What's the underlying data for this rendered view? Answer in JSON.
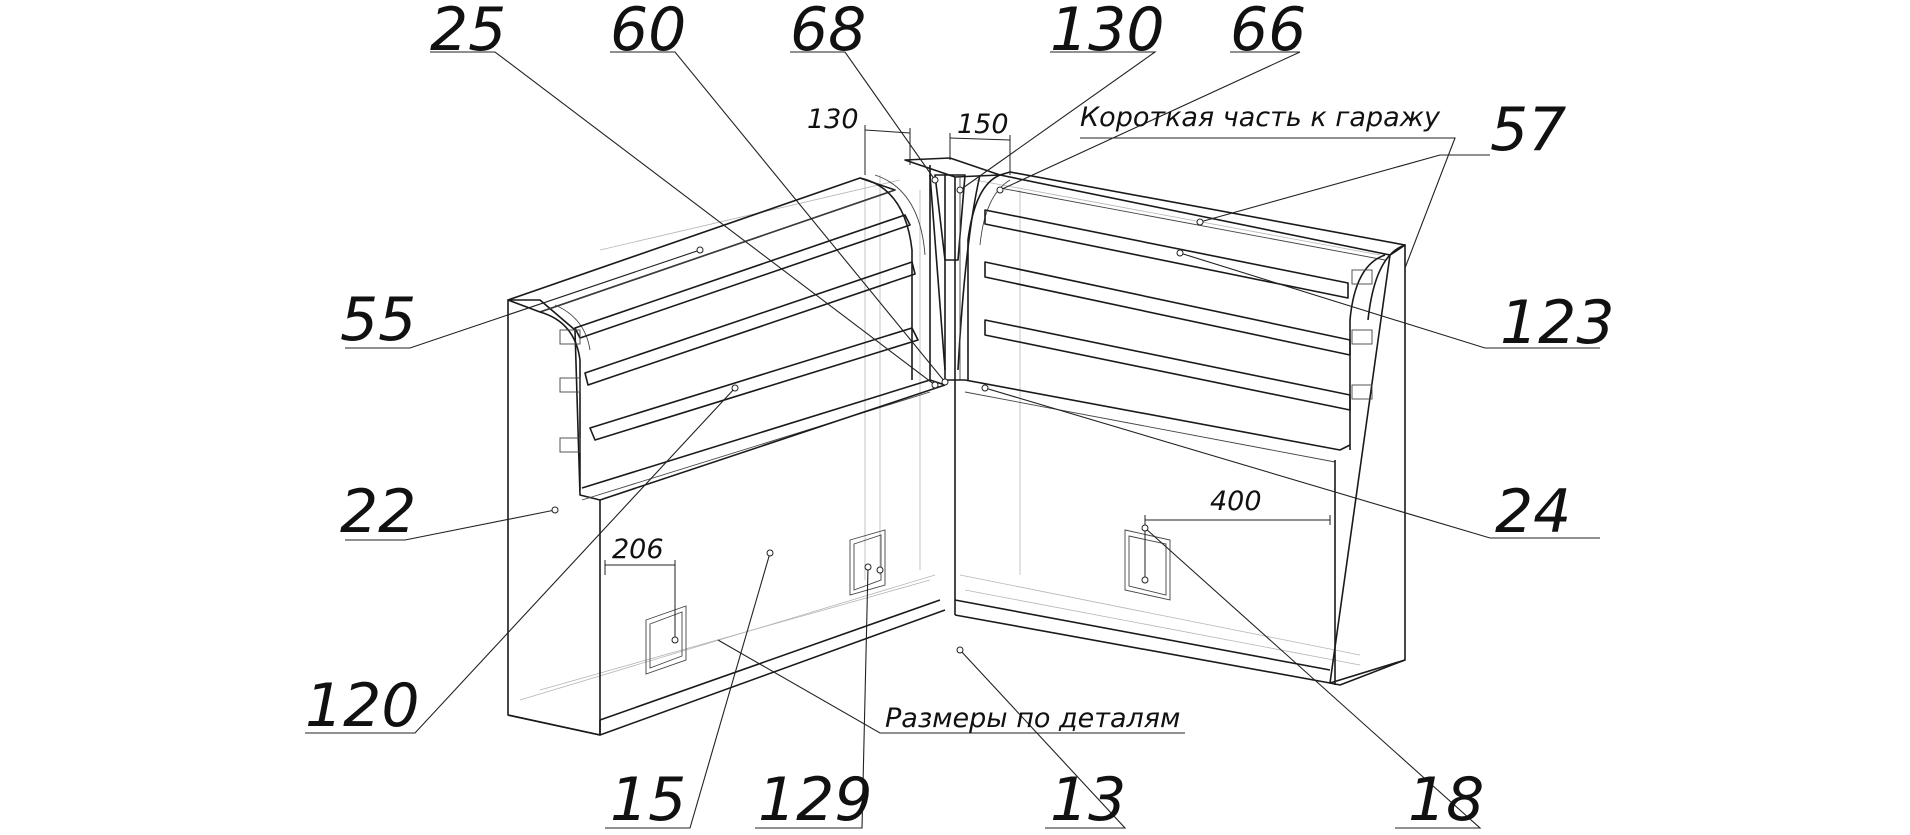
{
  "callouts": {
    "c25": "25",
    "c60": "60",
    "c68": "68",
    "c130": "130",
    "c66": "66",
    "c57": "57",
    "c55": "55",
    "c123": "123",
    "c22": "22",
    "c24": "24",
    "c120": "120",
    "c15": "15",
    "c129": "129",
    "c13": "13",
    "c18": "18"
  },
  "dimensions": {
    "d130": "130",
    "d150": "150",
    "d206": "206",
    "d400": "400"
  },
  "notes": {
    "garage": "Короткая часть к гаражу",
    "sizes": "Размеры по деталям"
  }
}
